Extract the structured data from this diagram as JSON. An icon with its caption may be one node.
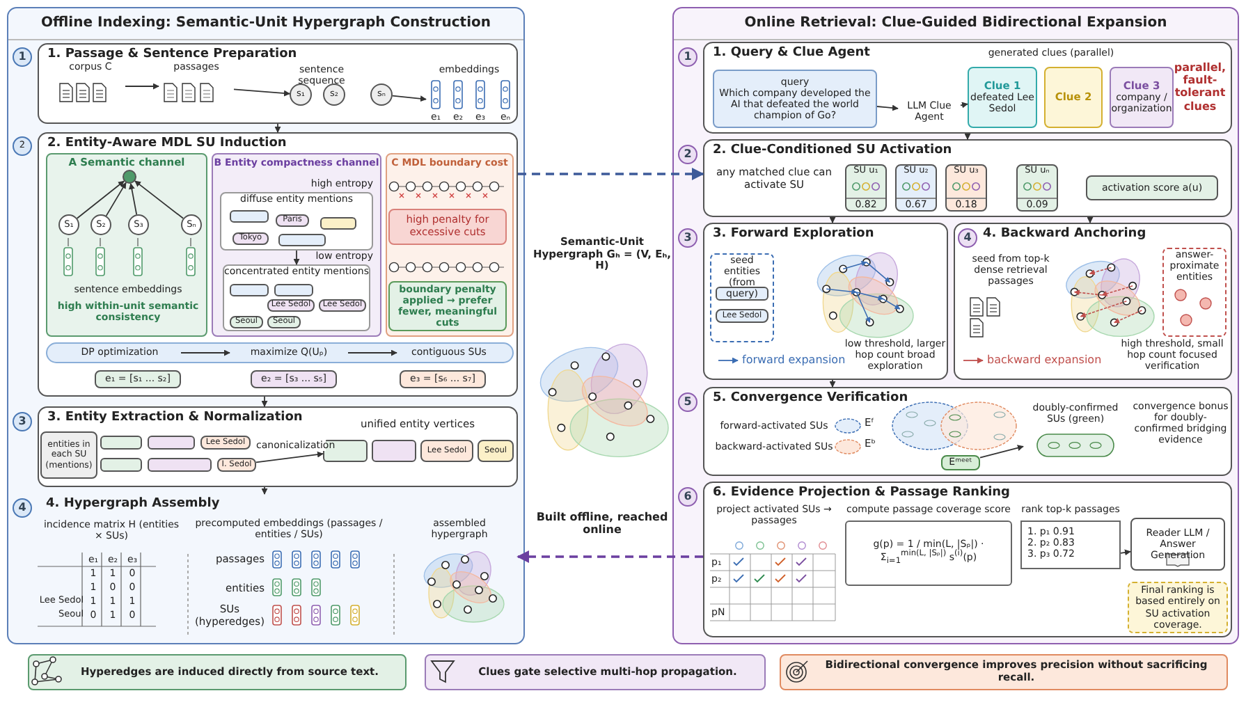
{
  "diagram": {
    "nodes": [
      {
        "text": [
          "Offline Indexing: Semantic-Unit Hypergraph Construction"
        ]
      },
      {
        "text": [
          "1"
        ],
        "in": 0
      },
      {
        "text": [
          "1. Passage & Sentence Preparation"
        ],
        "in": 0
      },
      {
        "text": [
          "corpus C"
        ],
        "in": 2
      },
      {
        "text": [
          "passages"
        ],
        "in": 2
      },
      {
        "text": [
          "s₁"
        ],
        "in": 2
      },
      {
        "text": [
          "s₂"
        ],
        "in": 2
      },
      {
        "text": [
          "sₙ"
        ],
        "in": 2
      },
      {
        "text": [
          "e₁"
        ],
        "in": 2
      },
      {
        "text": [
          "e₂"
        ],
        "in": 2
      },
      {
        "text": [
          "e₃"
        ],
        "in": 2
      },
      {
        "text": [
          "eₙ"
        ],
        "in": 2
      },
      {
        "text": [
          "2"
        ],
        "in": 0
      },
      {
        "text": [
          "2. Entity-Aware MDL SU Induction"
        ],
        "in": 0
      },
      {
        "text": [
          "A Semantic channel"
        ],
        "in": 13,
        "beside": [
          "sentence embeddings",
          "high within-unit semantic consistency"
        ]
      },
      {
        "text": [],
        "shape": "circle",
        "in": 14
      },
      {
        "text": [
          "S₁"
        ],
        "in": 14
      },
      {
        "text": [
          "S₂"
        ],
        "in": 14
      },
      {
        "text": [
          "S₃"
        ],
        "in": 14
      },
      {
        "text": [
          "Sₙ"
        ],
        "in": 14
      },
      {
        "text": [
          "B Entity compactness channel"
        ],
        "in": 13,
        "beside": [
          "high entropy",
          "low entropy"
        ]
      },
      {
        "text": [
          "diffuse entity mentions"
        ],
        "in": 20
      },
      {
        "text": [],
        "shape": "box",
        "in": 21
      },
      {
        "text": [
          "Paris"
        ],
        "in": 21
      },
      {
        "text": [],
        "shape": "box",
        "in": 21
      },
      {
        "text": [
          "Tokyo"
        ],
        "in": 21
      },
      {
        "text": [],
        "shape": "box",
        "in": 21
      },
      {
        "text": [
          "concentrated entity mentions"
        ],
        "in": 20
      },
      {
        "text": [],
        "shape": "box",
        "in": 27
      },
      {
        "text": [],
        "shape": "box",
        "in": 27
      },
      {
        "text": [
          "Lee Sedol"
        ],
        "in": 27
      },
      {
        "text": [
          "Lee Sedol"
        ],
        "in": 27
      },
      {
        "text": [
          "Seoul"
        ],
        "in": 27
      },
      {
        "text": [
          "Seoul"
        ],
        "in": 27
      },
      {
        "text": [
          "C MDL boundary cost"
        ],
        "in": 13
      },
      {
        "text": [
          "high penalty for excessive cuts"
        ],
        "in": 34
      },
      {
        "text": [
          "boundary penalty applied → prefer fewer, meaningful cuts"
        ],
        "in": 34
      },
      {
        "text": [
          "DP optimization"
        ],
        "in": 13
      },
      {
        "text": [
          "maximize Q(Uₚ)"
        ],
        "in": 13
      },
      {
        "text": [
          "contiguous SUs"
        ],
        "in": 13
      },
      {
        "text": [
          "e₁ = [s₁ ... s₂]"
        ],
        "in": 13
      },
      {
        "text": [
          "e₂ = [s₃ ... s₅]"
        ],
        "in": 13
      },
      {
        "text": [
          "e₃ = [s₆ ... s₇]"
        ],
        "in": 13
      },
      {
        "text": [
          "3"
        ],
        "in": 0
      },
      {
        "text": [
          "3. Entity Extraction & Normalization"
        ],
        "in": 0
      },
      {
        "text": [
          "entities in each SU (mentions)"
        ],
        "in": 44
      },
      {
        "text": [],
        "shape": "box",
        "in": 44
      },
      {
        "text": [],
        "shape": "box",
        "in": 44
      },
      {
        "text": [
          "Lee Sedol"
        ],
        "in": 44
      },
      {
        "text": [],
        "shape": "box",
        "in": 44
      },
      {
        "text": [],
        "shape": "box",
        "in": 44
      },
      {
        "text": [
          "I. Sedol"
        ],
        "in": 44
      },
      {
        "text": [],
        "shape": "box",
        "in": 44
      },
      {
        "text": [],
        "shape": "box",
        "in": 44
      },
      {
        "text": [
          "Lee Sedol"
        ],
        "in": 44
      },
      {
        "text": [
          "Seoul"
        ],
        "in": 44
      },
      {
        "text": [
          "4"
        ],
        "in": 0
      },
      {
        "text": [
          "4. Hypergraph Assembly"
        ],
        "in": 0
      },
      {
        "text": [
          "incidence matrix H (entities × SUs)"
        ],
        "in": 57
      },
      {
        "text": [
          "precomputed embeddings (passages / entities / SUs)"
        ],
        "in": 57,
        "beside": [
          "passages",
          "entities",
          "SUs (hyperedges)"
        ]
      },
      {
        "text": [
          "assembled hypergraph"
        ],
        "in": 57
      },
      {
        "text": [
          "Semantic-Unit Hypergraph Gₕ = (V, Eₕ, H)",
          "Built offline, reached online"
        ]
      },
      {
        "text": [
          "Online Retrieval: Clue-Guided Bidirectional Expansion"
        ]
      },
      {
        "text": [
          "1"
        ],
        "in": 62
      },
      {
        "text": [
          "1. Query & Clue Agent"
        ],
        "in": 62,
        "beside": [
          "generated clues (parallel)",
          "parallel, fault-tolerant clues"
        ]
      },
      {
        "text": [
          "query",
          "Which company developed the AI that defeated the world champion of Go?"
        ],
        "in": 64
      },
      {
        "text": [
          "LLM Clue Agent"
        ],
        "in": 64
      },
      {
        "text": [
          "Clue 1",
          "defeated Lee Sedol"
        ],
        "in": 64
      },
      {
        "text": [
          "Clue 2"
        ],
        "in": 64
      },
      {
        "text": [
          "Clue 3",
          "company / organization"
        ],
        "in": 64
      },
      {
        "text": [
          "2"
        ],
        "in": 62
      },
      {
        "text": [
          "2. Clue-Conditioned SU Activation"
        ],
        "in": 62,
        "beside": [
          "any matched clue can activate SU"
        ]
      },
      {
        "text": [
          "SU u₁",
          "0.82"
        ],
        "in": 71
      },
      {
        "text": [
          "SU u₂",
          "0.67"
        ],
        "in": 71
      },
      {
        "text": [
          "SU u₃",
          "0.18"
        ],
        "in": 71
      },
      {
        "text": [
          "SU uₙ",
          "0.09"
        ],
        "in": 71
      },
      {
        "text": [
          "activation score a(u)"
        ],
        "in": 71
      },
      {
        "text": [
          "3"
        ],
        "in": 62
      },
      {
        "text": [
          "3. Forward Exploration"
        ],
        "in": 62,
        "beside": [
          "low threshold, larger hop count broad exploration"
        ]
      },
      {
        "text": [
          "seed entities (from query)"
        ],
        "in": 78
      },
      {
        "text": [],
        "shape": "box",
        "in": 79
      },
      {
        "text": [
          "Lee Sedol"
        ],
        "in": 79
      },
      {
        "text": [
          "4"
        ],
        "in": 83
      },
      {
        "text": [
          "4. Backward Anchoring"
        ],
        "in": 62,
        "beside": [
          "high threshold, small hop count focused verification"
        ]
      },
      {
        "text": [
          "seed from top-k dense retrieval passages"
        ],
        "in": 83
      },
      {
        "text": [
          "answer-proximate entities"
        ],
        "in": 83
      },
      {
        "text": [
          "5"
        ],
        "in": 62
      },
      {
        "text": [
          "5. Convergence Verification"
        ],
        "in": 62,
        "beside": [
          "convergence bonus for doubly-confirmed bridging evidence"
        ]
      },
      {
        "text": [
          "forward-activated SUs"
        ],
        "in": 87,
        "beside": [
          "Eᶠ"
        ]
      },
      {
        "text": [
          "backward-activated SUs"
        ],
        "in": 87,
        "beside": [
          "Eᵇ"
        ]
      },
      {
        "text": [
          "Eᵐᵉᵉᵗ"
        ],
        "in": 87
      },
      {
        "text": [
          "doubly-confirmed SUs (green)"
        ],
        "in": 87
      },
      {
        "text": [
          "6"
        ],
        "in": 62
      },
      {
        "text": [
          "6. Evidence Projection & Passage Ranking"
        ],
        "in": 62
      },
      {
        "text": [
          "project activated SUs → passages"
        ],
        "in": 93
      },
      {
        "text": [
          "compute passage coverage score",
          "g(p) = 1 / min(L, |Sₚ|) · Σ$_{i=1}$$^{min(L, |Sₚ|)}$ s$^{(i)}$(p)"
        ],
        "in": 93
      },
      {
        "text": [
          "rank top-k passages",
          "1. p₁  0.91",
          "2. p₂  0.83",
          "3. p₃  0.72"
        ],
        "in": 93
      },
      {
        "text": [
          "Reader LLM / Answer Generation"
        ],
        "in": 93
      },
      {
        "text": [
          "Final ranking is based entirely on SU activation coverage."
        ],
        "in": 93
      },
      {
        "text": [
          "Hyperedges are induced directly from source text."
        ]
      },
      {
        "text": [
          "Clues gate selective multi-hop propagation."
        ]
      },
      {
        "text": [
          "Bidirectional convergence improves precision without sacrificing recall."
        ]
      }
    ],
    "edges": [
      {
        "from": 3,
        "to": 4,
        "arrow": "to"
      },
      {
        "from": 4,
        "to": 5,
        "arrow": "to"
      },
      {
        "from": 7,
        "to": 8,
        "arrow": "to"
      },
      {
        "from": 16,
        "to": 15,
        "arrow": "to"
      },
      {
        "from": 17,
        "to": 15,
        "arrow": "to"
      },
      {
        "from": 18,
        "to": 15,
        "arrow": "to"
      },
      {
        "from": 19,
        "to": 15,
        "arrow": "to"
      },
      {
        "from": 21,
        "to": 27,
        "arrow": "to"
      },
      {
        "from": 37,
        "to": 38,
        "arrow": "to"
      },
      {
        "from": 38,
        "to": 39,
        "arrow": "to"
      },
      {
        "from": 2,
        "to": 13,
        "arrow": "to"
      },
      {
        "from": 13,
        "to": 44,
        "arrow": "to"
      },
      {
        "from": 51,
        "to": 52,
        "arrow": "to",
        "label": "canonicalization"
      },
      {
        "from": 44,
        "to": 57,
        "arrow": "to"
      },
      {
        "from": 65,
        "to": 66,
        "arrow": "to"
      },
      {
        "from": 66,
        "to": 67,
        "arrow": "to"
      },
      {
        "from": 64,
        "to": 71,
        "arrow": "to"
      },
      {
        "from": 71,
        "to": 78,
        "arrow": "to"
      },
      {
        "from": 71,
        "to": 83,
        "arrow": "to"
      },
      {
        "from": 78,
        "to": 87,
        "arrow": "to"
      },
      {
        "from": 90,
        "to": 91,
        "arrow": "to"
      },
      {
        "from": 96,
        "to": 97,
        "arrow": "to"
      },
      {
        "from": 13,
        "to": 71,
        "arrow": "to",
        "style": "dashed",
        "color": "#3d5a99"
      },
      {
        "from": 93,
        "to": 57,
        "arrow": "to",
        "style": "dashed",
        "color": "#6b3fa0"
      }
    ],
    "labels": [
      "sentence sequence",
      "embeddings",
      "unified entity vertices",
      "e₁",
      "e₂",
      "e₃",
      "1",
      "1",
      "0",
      "1",
      "0",
      "0",
      "Lee Sedol",
      "1",
      "1",
      "1",
      "Seoul",
      "0",
      "1",
      "0",
      "p₁",
      "p₂",
      "pN"
    ],
    "legend": [
      {
        "text": "forward expansion"
      },
      {
        "text": "backward expansion"
      }
    ]
  }
}
